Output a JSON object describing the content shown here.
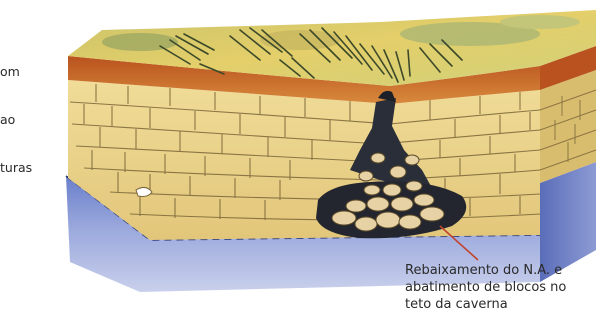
{
  "left_caption": {
    "lines": [
      "om",
      "ao",
      "turas"
    ]
  },
  "right_caption": {
    "lines": [
      "Rebaixamento do N.A. e",
      "abatimento de blocos no",
      "teto da caverna"
    ]
  },
  "colors": {
    "surface_yellow": "#dcc25e",
    "surface_green": "#8d9a5a",
    "vegetation": "#3d4a2a",
    "soil_orange": "#c2692b",
    "limestone": "#ecd590",
    "mortar": "#7a6538",
    "water_blue": "#4f64b4",
    "water_light": "#b8c2e6",
    "collapse_dark": "#23262f",
    "pointer_line": "#c0442e"
  }
}
